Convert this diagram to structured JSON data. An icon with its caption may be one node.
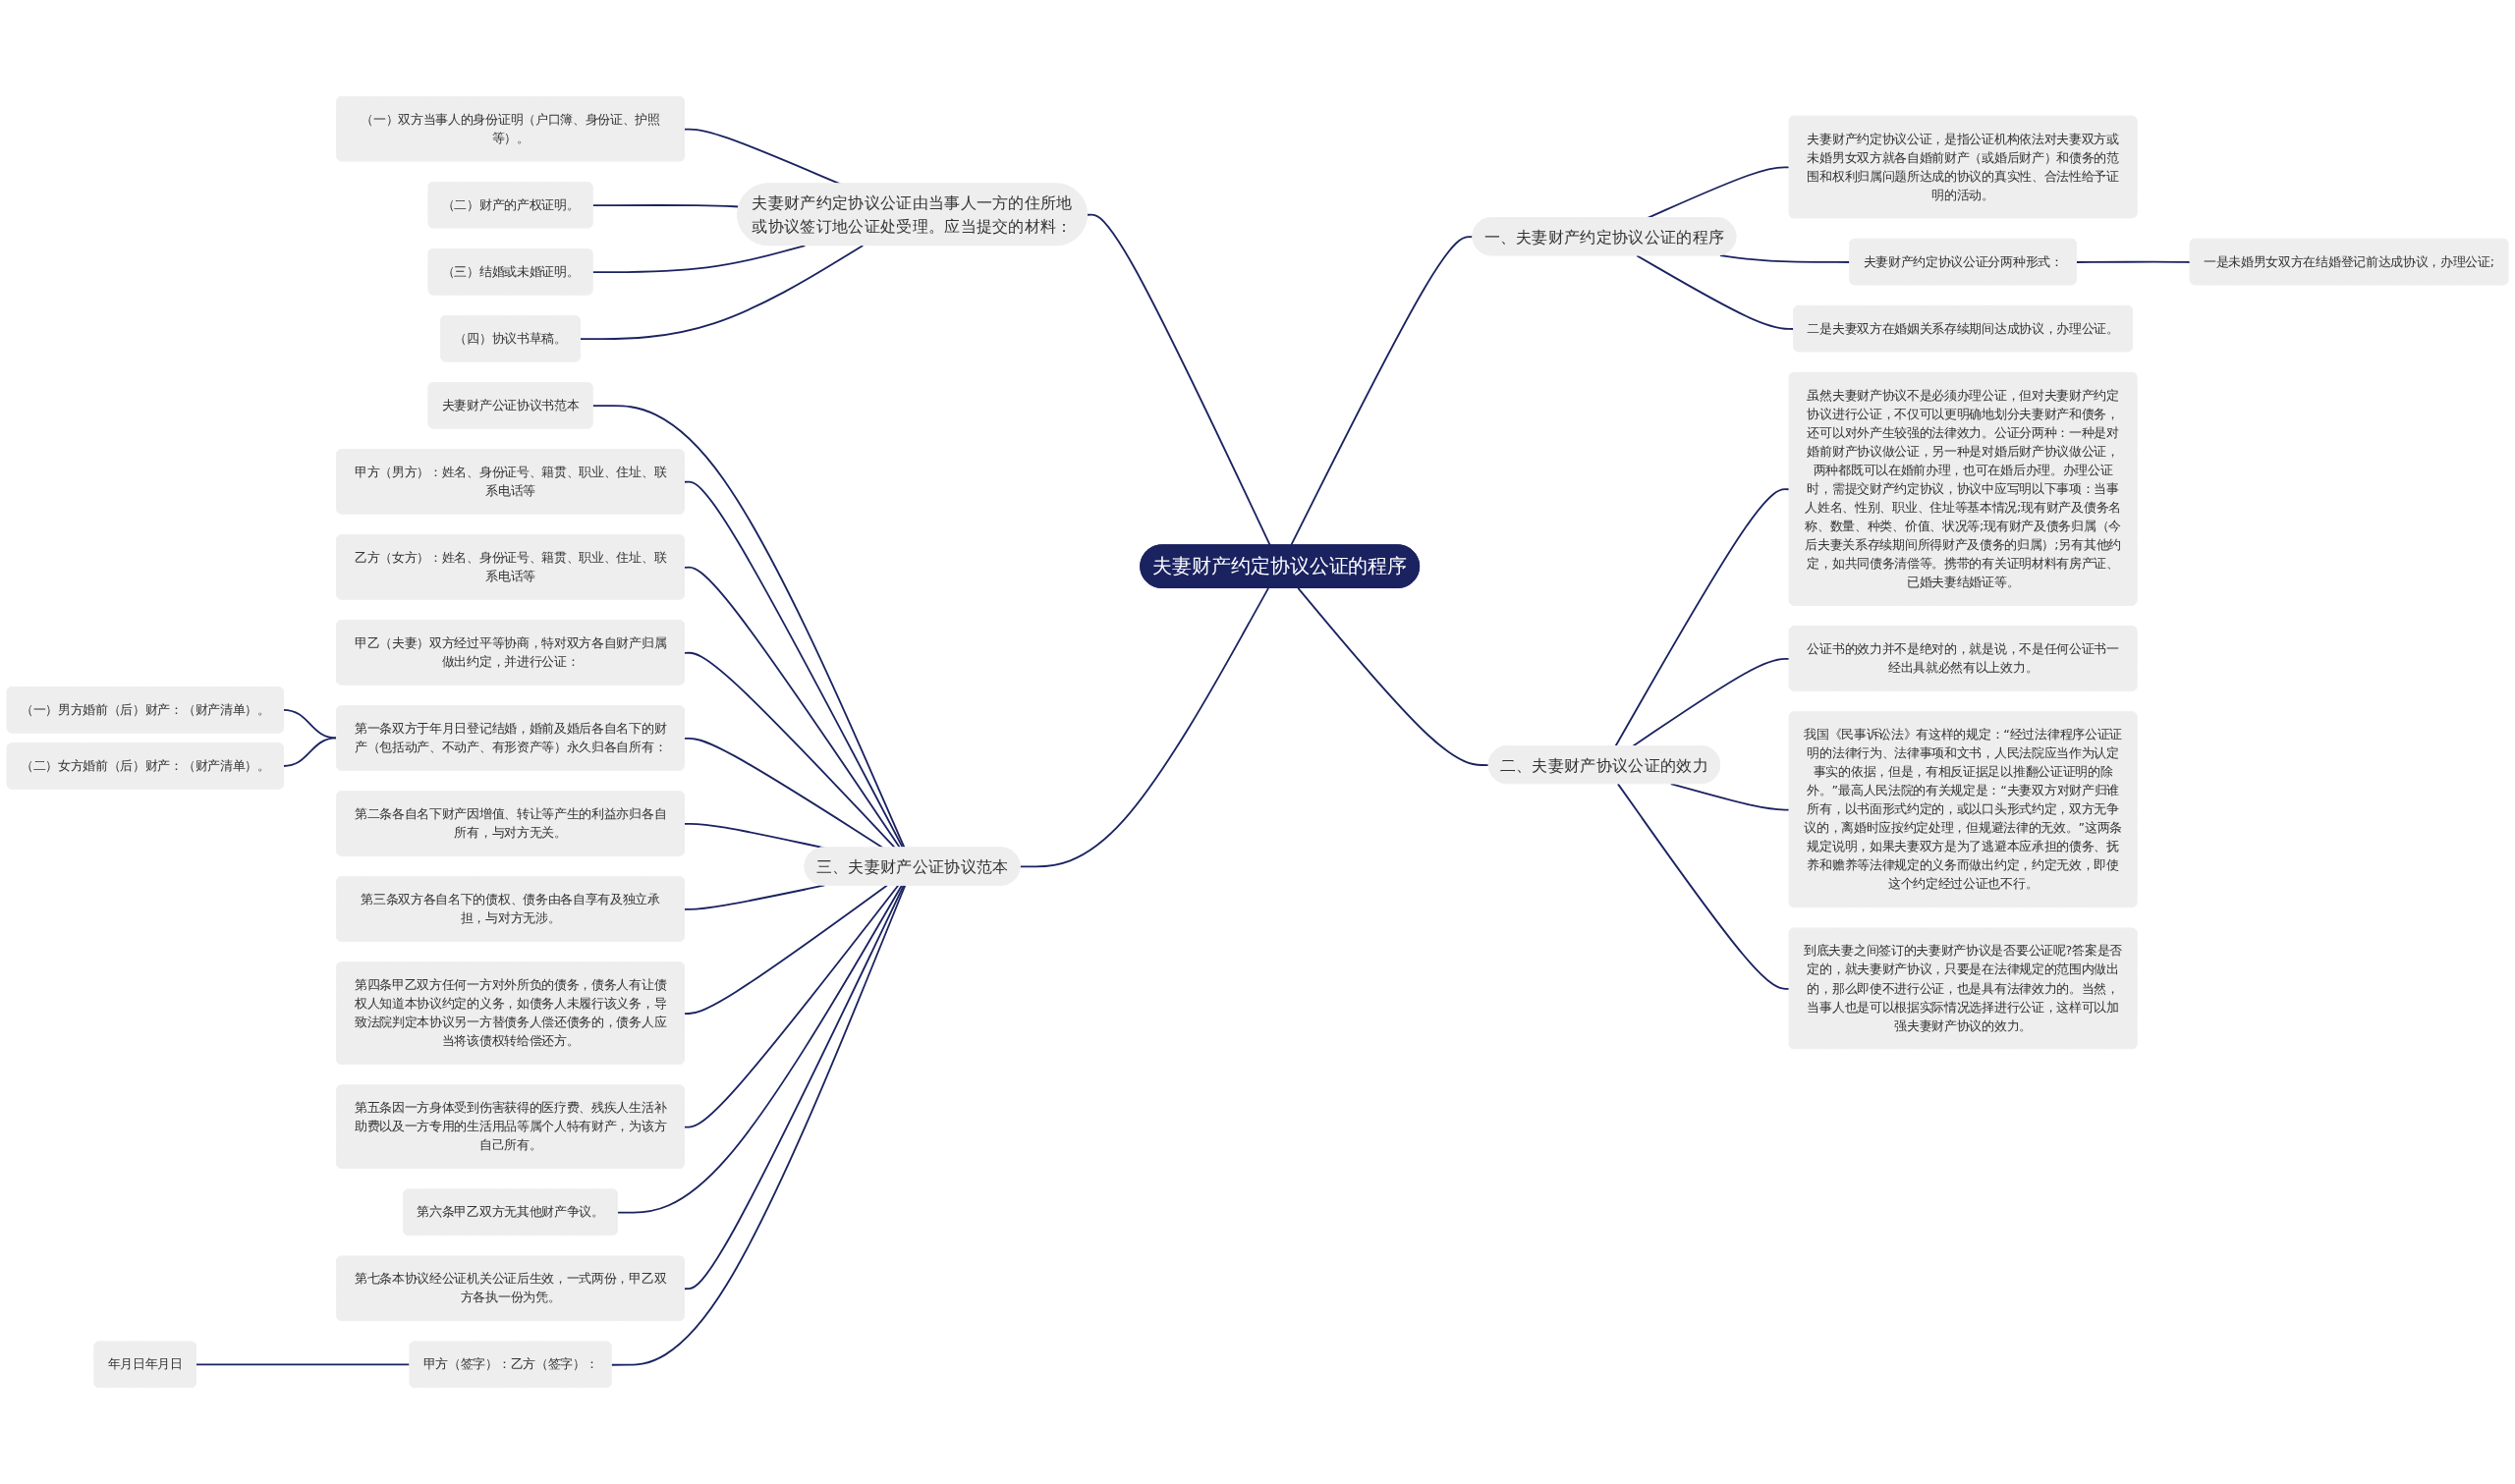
{
  "diagram": {
    "nodes": [
      {
        "text": [
          "夫妻财产约定协议公证的程序"
        ]
      },
      {
        "text": [
          "夫妻财产约定协议公证由当事人一方的住所地或协议签订地公证处受理。应当提交的材料："
        ]
      },
      {
        "text": [
          "（一）双方当事人的身份证明（户口簿、身份证、护照等）。"
        ]
      },
      {
        "text": [
          "（二）财产的产权证明。"
        ]
      },
      {
        "text": [
          "（三）结婚或未婚证明。"
        ]
      },
      {
        "text": [
          "（四）协议书草稿。"
        ]
      },
      {
        "text": [
          "一、夫妻财产约定协议公证的程序"
        ]
      },
      {
        "text": [
          "夫妻财产约定协议公证，是指公证机构依法对夫妻双方或未婚男女双方就各自婚前财产（或婚后财产）和债务的范围和权利归属问题所达成的协议的真实性、合法性给予证明的活动。"
        ]
      },
      {
        "text": [
          "夫妻财产约定协议公证分两种形式："
        ]
      },
      {
        "text": [
          "一是未婚男女双方在结婚登记前达成协议，办理公证;"
        ]
      },
      {
        "text": [
          "二是夫妻双方在婚姻关系存续期间达成协议，办理公证。"
        ]
      },
      {
        "text": [
          "二、夫妻财产协议公证的效力"
        ]
      },
      {
        "text": [
          "虽然夫妻财产协议不是必须办理公证，但对夫妻财产约定协议进行公证，不仅可以更明确地划分夫妻财产和债务，还可以对外产生较强的法律效力。公证分两种：一种是对婚前财产协议做公证，另一种是对婚后财产协议做公证，两种都既可以在婚前办理，也可在婚后办理。办理公证时，需提交财产约定协议，协议中应写明以下事项：当事人姓名、性别、职业、住址等基本情况;现有财产及债务名称、数量、种类、价值、状况等;现有财产及债务归属（今后夫妻关系存续期间所得财产及债务的归属）;另有其他约定，如共同债务清偿等。携带的有关证明材料有房产证、已婚夫妻结婚证等。"
        ]
      },
      {
        "text": [
          "公证书的效力并不是绝对的，就是说，不是任何公证书一经出具就必然有以上效力。"
        ]
      },
      {
        "text": [
          "我国《民事诉讼法》有这样的规定：“经过法律程序公证证明的法律行为、法律事项和文书，人民法院应当作为认定事实的依据，但是，有相反证据足以推翻公证证明的除外。”最高人民法院的有关规定是：“夫妻双方对财产归谁所有，以书面形式约定的，或以口头形式约定，双方无争议的，离婚时应按约定处理，但规避法律的无效。”这两条规定说明，如果夫妻双方是为了逃避本应承担的债务、抚养和赡养等法律规定的义务而做出约定，约定无效，即使这个约定经过公证也不行。"
        ]
      },
      {
        "text": [
          "到底夫妻之间签订的夫妻财产协议是否要公证呢?答案是否定的，就夫妻财产协议，只要是在法律规定的范围内做出的，那么即使不进行公证，也是具有法律效力的。当然，当事人也是可以根据实际情况选择进行公证，这样可以加强夫妻财产协议的效力。"
        ]
      },
      {
        "text": [
          "三、夫妻财产公证协议范本"
        ]
      },
      {
        "text": [
          "夫妻财产公证协议书范本"
        ]
      },
      {
        "text": [
          "甲方（男方）：姓名、身份证号、籍贯、职业、住址、联系电话等"
        ]
      },
      {
        "text": [
          "乙方（女方）：姓名、身份证号、籍贯、职业、住址、联系电话等"
        ]
      },
      {
        "text": [
          "甲乙（夫妻）双方经过平等协商，特对双方各自财产归属做出约定，并进行公证："
        ]
      },
      {
        "text": [
          "第一条双方于年月日登记结婚，婚前及婚后各自名下的财产（包括动产、不动产、有形资产等）永久归各自所有："
        ]
      },
      {
        "text": [
          "（一）男方婚前（后）财产：（财产清单）。"
        ]
      },
      {
        "text": [
          "（二）女方婚前（后）财产：（财产清单）。"
        ]
      },
      {
        "text": [
          "第二条各自名下财产因增值、转让等产生的利益亦归各自所有，与对方无关。"
        ]
      },
      {
        "text": [
          "第三条双方各自名下的债权、债务由各自享有及独立承担，与对方无涉。"
        ]
      },
      {
        "text": [
          "第四条甲乙双方任何一方对外所负的债务，债务人有让债权人知道本协议约定的义务，如债务人未履行该义务，导致法院判定本协议另一方替债务人偿还债务的，债务人应当将该债权转给偿还方。"
        ]
      },
      {
        "text": [
          "第五条因一方身体受到伤害获得的医疗费、残疾人生活补助费以及一方专用的生活用品等属个人特有财产，为该方自己所有。"
        ]
      },
      {
        "text": [
          "第六条甲乙双方无其他财产争议。"
        ]
      },
      {
        "text": [
          "第七条本协议经公证机关公证后生效，一式两份，甲乙双方各执一份为凭。"
        ]
      },
      {
        "text": [
          "甲方（签字）：乙方（签字）："
        ]
      },
      {
        "text": [
          "年月日年月日"
        ]
      }
    ],
    "edges": [
      {
        "from": 1,
        "to": 0,
        "arrow": "none"
      },
      {
        "from": 2,
        "to": 1,
        "arrow": "none"
      },
      {
        "from": 3,
        "to": 1,
        "arrow": "none"
      },
      {
        "from": 4,
        "to": 1,
        "arrow": "none"
      },
      {
        "from": 5,
        "to": 1,
        "arrow": "none"
      },
      {
        "from": 0,
        "to": 6,
        "arrow": "none"
      },
      {
        "from": 6,
        "to": 7,
        "arrow": "none"
      },
      {
        "from": 6,
        "to": 8,
        "arrow": "none"
      },
      {
        "from": 8,
        "to": 9,
        "arrow": "none"
      },
      {
        "from": 6,
        "to": 10,
        "arrow": "none"
      },
      {
        "from": 0,
        "to": 11,
        "arrow": "none"
      },
      {
        "from": 11,
        "to": 12,
        "arrow": "none"
      },
      {
        "from": 11,
        "to": 13,
        "arrow": "none"
      },
      {
        "from": 11,
        "to": 14,
        "arrow": "none"
      },
      {
        "from": 11,
        "to": 15,
        "arrow": "none"
      },
      {
        "from": 16,
        "to": 0,
        "arrow": "none"
      },
      {
        "from": 17,
        "to": 16,
        "arrow": "none"
      },
      {
        "from": 18,
        "to": 16,
        "arrow": "none"
      },
      {
        "from": 19,
        "to": 16,
        "arrow": "none"
      },
      {
        "from": 20,
        "to": 16,
        "arrow": "none"
      },
      {
        "from": 21,
        "to": 16,
        "arrow": "none"
      },
      {
        "from": 22,
        "to": 21,
        "arrow": "none"
      },
      {
        "from": 23,
        "to": 21,
        "arrow": "none"
      },
      {
        "from": 24,
        "to": 16,
        "arrow": "none"
      },
      {
        "from": 25,
        "to": 16,
        "arrow": "none"
      },
      {
        "from": 26,
        "to": 16,
        "arrow": "none"
      },
      {
        "from": 27,
        "to": 16,
        "arrow": "none"
      },
      {
        "from": 28,
        "to": 16,
        "arrow": "none"
      },
      {
        "from": 29,
        "to": 16,
        "arrow": "none"
      },
      {
        "from": 30,
        "to": 16,
        "arrow": "none"
      },
      {
        "from": 31,
        "to": 30,
        "arrow": "none"
      }
    ]
  }
}
